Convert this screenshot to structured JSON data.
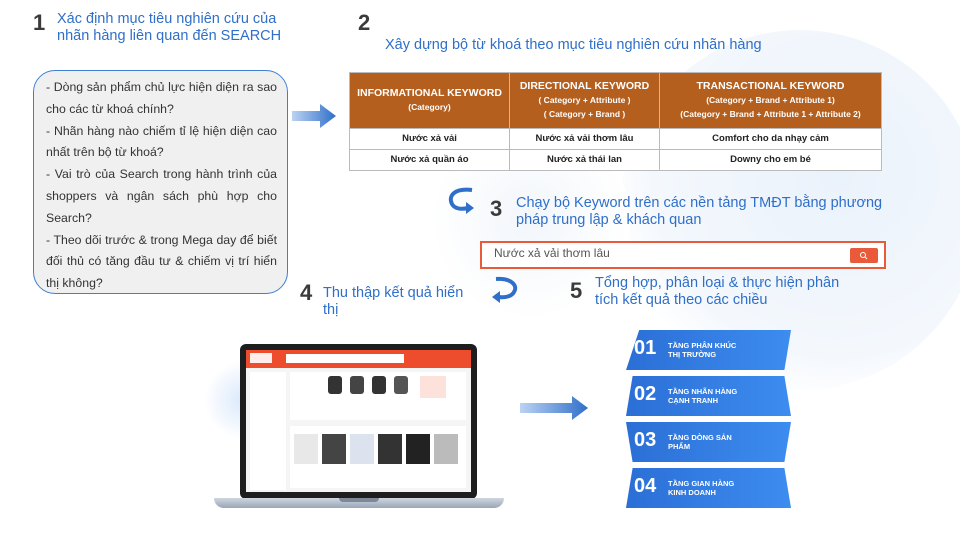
{
  "step1": {
    "number": "1",
    "title": "Xác định mục tiêu nghiên cứu của nhãn hàng liên quan đến SEARCH",
    "bullets": [
      "- Dòng sản phẩm chủ lực hiện diện ra sao cho các từ khoá chính?",
      "- Nhãn hàng nào chiếm tỉ lệ hiện diện cao nhất trên bộ từ khoá?",
      "- Vai trò của Search trong hành trình của shoppers và ngân sách phù hợp cho Search?",
      "- Theo dõi trước & trong Mega day để biết đối thủ có tăng đầu tư & chiếm vị trí hiển thị không?"
    ]
  },
  "step2": {
    "number": "2",
    "title": "Xây dựng bộ từ khoá theo mục tiêu nghiên cứu nhãn hàng",
    "table": {
      "headers": [
        {
          "name": "INFORMATIONAL KEYWORD",
          "sub": [
            "(Category)"
          ]
        },
        {
          "name": "DIRECTIONAL KEYWORD",
          "sub": [
            "( Category + Attribute )",
            "( Category + Brand )"
          ]
        },
        {
          "name": "TRANSACTIONAL KEYWORD",
          "sub": [
            "(Category + Brand + Attribute 1)",
            "(Category + Brand + Attribute 1 + Attribute 2)"
          ]
        }
      ],
      "rows": [
        [
          "Nước xả vải",
          "Nước xả vải thơm lâu",
          "Comfort cho da nhạy cảm"
        ],
        [
          "Nước xả quần áo",
          "Nước xả thái lan",
          "Downy cho em bé"
        ]
      ]
    }
  },
  "step3": {
    "number": "3",
    "title": "Chạy bộ Keyword trên các nền tảng TMĐT bằng phương pháp trung lập & khách quan",
    "search_value": "Nước xả vải thơm lâu"
  },
  "step4": {
    "number": "4",
    "title": "Thu thập kết quả hiển thị"
  },
  "step5": {
    "number": "5",
    "title": "Tổng hợp, phân loại & thực hiện phân tích kết quả theo các chiều",
    "tiers": [
      {
        "num": "01",
        "label": "Tầng phân khúc thị trường"
      },
      {
        "num": "02",
        "label": "Tầng nhãn hàng cạnh tranh"
      },
      {
        "num": "03",
        "label": "Tầng dòng sản phẩm"
      },
      {
        "num": "04",
        "label": "Tầng gian hàng kinh doanh"
      }
    ]
  },
  "colors": {
    "accent": "#2f6fc9",
    "table_header": "#b45f1e",
    "search_border": "#e85a3a",
    "tier": "#2b6fd6"
  }
}
